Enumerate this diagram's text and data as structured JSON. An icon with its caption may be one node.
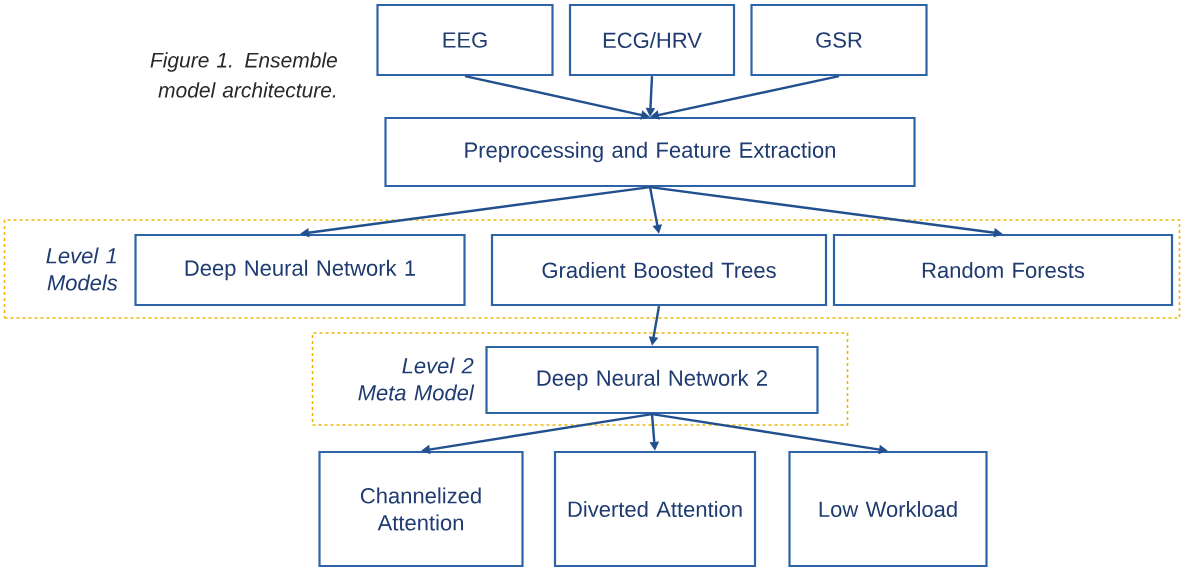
{
  "diagram": {
    "caption": "Figure 1. Ensemble model architecture.",
    "nodes": [
      {
        "text": [
          "EEG"
        ]
      },
      {
        "text": [
          "ECG/HRV"
        ]
      },
      {
        "text": [
          "GSR"
        ]
      },
      {
        "text": [
          "Preprocessing and Feature Extraction"
        ]
      },
      {
        "text": [
          "Level 1 Models"
        ]
      },
      {
        "text": [
          "Deep Neural Network 1"
        ],
        "in": 4
      },
      {
        "text": [
          "Gradient Boosted Trees"
        ],
        "in": 4
      },
      {
        "text": [
          "Random Forests"
        ],
        "in": 4
      },
      {
        "text": [
          "Level 2 Meta Model"
        ]
      },
      {
        "text": [
          "Deep Neural Network 2"
        ],
        "in": 8
      },
      {
        "text": [
          "Channelized Attention"
        ]
      },
      {
        "text": [
          "Diverted Attention"
        ]
      },
      {
        "text": [
          "Low Workload"
        ]
      }
    ],
    "edges": [
      {
        "from": 0,
        "to": 3,
        "arrow": "to"
      },
      {
        "from": 1,
        "to": 3,
        "arrow": "to"
      },
      {
        "from": 2,
        "to": 3,
        "arrow": "to"
      },
      {
        "from": 3,
        "to": 5,
        "arrow": "to"
      },
      {
        "from": 3,
        "to": 6,
        "arrow": "to"
      },
      {
        "from": 3,
        "to": 7,
        "arrow": "to"
      },
      {
        "from": 6,
        "to": 9,
        "arrow": "to"
      },
      {
        "from": 9,
        "to": 10,
        "arrow": "to"
      },
      {
        "from": 9,
        "to": 11,
        "arrow": "to"
      },
      {
        "from": 9,
        "to": 12,
        "arrow": "to"
      }
    ]
  }
}
